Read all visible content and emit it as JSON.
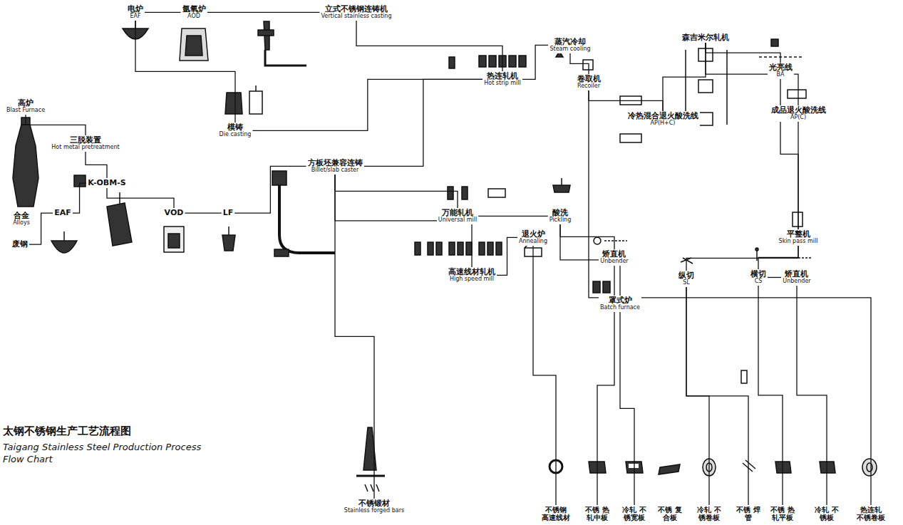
{
  "diagram": {
    "title": "太钢不锈钢生产工艺流程图",
    "caption": "Taigang Stainless Steel Production Process Flow Chart",
    "nodes": [
      {
        "text": [
          "高炉",
          "Blast Furnace"
        ]
      },
      {
        "text": [
          "三脱装置",
          "Hot metal pretreatment"
        ]
      },
      {
        "text": [
          "合金",
          "Alloys"
        ]
      },
      {
        "text": [
          "废钢"
        ]
      },
      {
        "text": [
          "EAF"
        ]
      },
      {
        "text": [
          "K-OBM-S"
        ]
      },
      {
        "text": [
          "VOD"
        ]
      },
      {
        "text": [
          "LF"
        ]
      },
      {
        "text": [
          "方板坯兼容连铸",
          "Billet/slab caster"
        ]
      },
      {
        "text": [
          "电炉",
          "EAF"
        ]
      },
      {
        "text": [
          "氩氧炉",
          "AOD"
        ]
      },
      {
        "text": [
          "立式不锈钢连铸机",
          "Vertical stainless casting"
        ]
      },
      {
        "text": [
          "模铸",
          "Die casting"
        ]
      },
      {
        "text": [
          "热连轧机",
          "Hot strip mill"
        ]
      },
      {
        "text": [
          "蒸汽冷却",
          "Steam cooling"
        ]
      },
      {
        "text": [
          "卷取机",
          "Recoiler"
        ]
      },
      {
        "text": [
          "冷热混合退火酸洗线",
          "AP(H+C)"
        ]
      },
      {
        "text": [
          "森吉米尔轧机"
        ]
      },
      {
        "text": [
          "光亮线",
          "BA"
        ]
      },
      {
        "text": [
          "成品退火酸洗线",
          "AP(C)"
        ]
      },
      {
        "text": [
          "平整机",
          "Skin pass mill"
        ]
      },
      {
        "text": [
          "万能轧机",
          "Universal mill"
        ]
      },
      {
        "text": [
          "退火炉",
          "Annealing"
        ]
      },
      {
        "text": [
          "酸洗",
          "Pickling"
        ]
      },
      {
        "text": [
          "高速线材轧机",
          "High speed mill"
        ]
      },
      {
        "text": [
          "矫直机",
          "Unbender"
        ]
      },
      {
        "text": [
          "罩式炉",
          "Batch furnace"
        ]
      },
      {
        "text": [
          "纵切",
          "SL"
        ]
      },
      {
        "text": [
          "横切",
          "CS"
        ]
      },
      {
        "text": [
          "矫直机",
          "Unbender"
        ]
      },
      {
        "text": [
          "不锈锻材",
          "Stainless forged bars"
        ]
      },
      {
        "text": [
          "不锈钢 高速线材"
        ]
      },
      {
        "text": [
          "不锈 热轧中板"
        ]
      },
      {
        "text": [
          "冷轧 不锈宽板"
        ]
      },
      {
        "text": [
          "不锈 复合板"
        ]
      },
      {
        "text": [
          "冷轧 不锈卷板"
        ]
      },
      {
        "text": [
          "不锈 焊管"
        ]
      },
      {
        "text": [
          "不锈 热轧平板"
        ]
      },
      {
        "text": [
          "冷轧 不锈板"
        ]
      },
      {
        "text": [
          "热连轧 不锈卷板"
        ]
      }
    ],
    "edges": [
      {
        "from": 0,
        "to": 1,
        "arrow": "none"
      },
      {
        "from": 1,
        "to": 5,
        "arrow": "none"
      },
      {
        "from": 3,
        "to": 4,
        "arrow": "none"
      },
      {
        "from": 4,
        "to": 5,
        "arrow": "none"
      },
      {
        "from": 5,
        "to": 6,
        "arrow": "none"
      },
      {
        "from": 6,
        "to": 7,
        "arrow": "none"
      },
      {
        "from": 7,
        "to": 8,
        "arrow": "none"
      },
      {
        "from": 9,
        "to": 10,
        "arrow": "none"
      },
      {
        "from": 10,
        "to": 11,
        "arrow": "none"
      },
      {
        "from": 9,
        "to": 12,
        "arrow": "none"
      },
      {
        "from": 11,
        "to": 13,
        "arrow": "none"
      },
      {
        "from": 12,
        "to": 13,
        "arrow": "none"
      },
      {
        "from": 8,
        "to": 13,
        "arrow": "none"
      },
      {
        "from": 8,
        "to": 21,
        "arrow": "none"
      },
      {
        "from": 8,
        "to": 24,
        "arrow": "none"
      },
      {
        "from": 8,
        "to": 30,
        "arrow": "none"
      },
      {
        "from": 13,
        "to": 14,
        "arrow": "none"
      },
      {
        "from": 14,
        "to": 15,
        "arrow": "none"
      },
      {
        "from": 15,
        "to": 16,
        "arrow": "none"
      },
      {
        "from": 15,
        "to": 39,
        "arrow": "none"
      },
      {
        "from": 16,
        "to": 17,
        "arrow": "none"
      },
      {
        "from": 17,
        "to": 18,
        "arrow": "none"
      },
      {
        "from": 17,
        "to": 19,
        "arrow": "none"
      },
      {
        "from": 18,
        "to": 20,
        "arrow": "none"
      },
      {
        "from": 19,
        "to": 20,
        "arrow": "none"
      },
      {
        "from": 20,
        "to": 27,
        "arrow": "none"
      },
      {
        "from": 20,
        "to": 28,
        "arrow": "none"
      },
      {
        "from": 28,
        "to": 29,
        "arrow": "none"
      },
      {
        "from": 29,
        "to": 38,
        "arrow": "none"
      },
      {
        "from": 27,
        "to": 35,
        "arrow": "none"
      },
      {
        "from": 27,
        "to": 36,
        "arrow": "none"
      },
      {
        "from": 28,
        "to": 37,
        "arrow": "none"
      },
      {
        "from": 21,
        "to": 23,
        "arrow": "none"
      },
      {
        "from": 23,
        "to": 25,
        "arrow": "none"
      },
      {
        "from": 25,
        "to": 32,
        "arrow": "none"
      },
      {
        "from": 23,
        "to": 26,
        "arrow": "none"
      },
      {
        "from": 26,
        "to": 33,
        "arrow": "none"
      },
      {
        "from": 24,
        "to": 22,
        "arrow": "none"
      },
      {
        "from": 22,
        "to": 31,
        "arrow": "none"
      }
    ]
  }
}
